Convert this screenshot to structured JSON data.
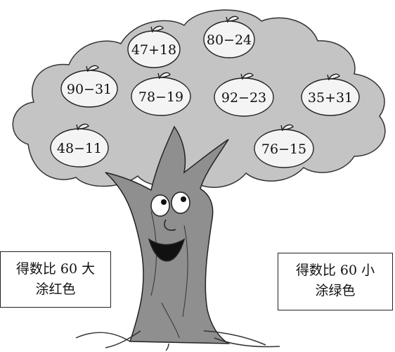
{
  "apples": [
    {
      "id": "apple-1",
      "expr": "47+18"
    },
    {
      "id": "apple-2",
      "expr": "80−24"
    },
    {
      "id": "apple-3",
      "expr": "90−31"
    },
    {
      "id": "apple-4",
      "expr": "78−19"
    },
    {
      "id": "apple-5",
      "expr": "92−23"
    },
    {
      "id": "apple-6",
      "expr": "35+31"
    },
    {
      "id": "apple-7",
      "expr": "48−11"
    },
    {
      "id": "apple-8",
      "expr": "76−15"
    }
  ],
  "signs": {
    "left": {
      "line1": "得数比 60 大",
      "line2": "涂红色"
    },
    "right": {
      "line1": "得数比 60 小",
      "line2": "涂绿色"
    }
  },
  "colors": {
    "canopy": "#c4c4c4",
    "trunk": "#8f8f8f",
    "outline": "#222222",
    "apple": "#f4f4f4"
  }
}
